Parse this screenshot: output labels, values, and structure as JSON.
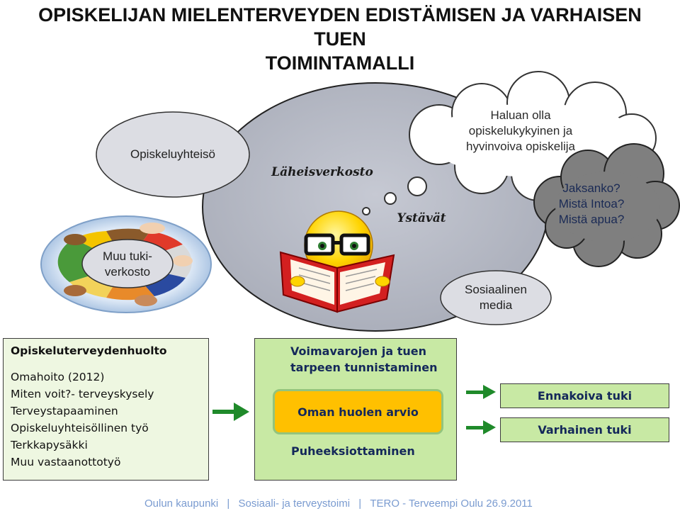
{
  "title": {
    "line1": "OPISKELIJAN MIELENTERVEYDEN EDISTÄMISEN JA VARHAISEN TUEN",
    "line2": "TOIMINTAMALLI"
  },
  "diagram": {
    "community": "Opiskeluyhteisö",
    "close_network": "Läheisverkosto",
    "friends": "Ystävät",
    "support_network_line1": "Muu tuki-",
    "support_network_line2": "verkosto",
    "social_media_line1": "Sosiaalinen",
    "social_media_line2": "media",
    "thought_line1": "Haluan olla",
    "thought_line2": "opiskelukykyinen ja",
    "thought_line3": "hyvinvoiva opiskelija",
    "worry_line1": "Jaksanko?",
    "worry_line2": "Mistä Intoa?",
    "worry_line3": "Mistä apua?"
  },
  "health_box": {
    "heading": "Opiskeluterveydenhuolto",
    "items": [
      "Omahoito (2012)",
      "Miten voit?- terveyskysely",
      "Terveystapaaminen",
      "Opiskeluyhteisöllinen työ",
      "Terkkapysäkki",
      "Muu vastaanottotyö"
    ]
  },
  "resource_box": {
    "heading_line1": "Voimavarojen ja tuen",
    "heading_line2": "tarpeen tunnistaminen",
    "assessment": "Oman huolen arvio",
    "talk": "Puheeksiottaminen"
  },
  "support": {
    "anticipatory": "Ennakoiva tuki",
    "early": "Varhainen tuki"
  },
  "footer": {
    "org": "Oulun kaupunki",
    "sep1": "|",
    "dept": "Sosiaali- ja terveystoimi",
    "sep2": "|",
    "event": "TERO - Terveempi Oulu 26.9.2011"
  },
  "colors": {
    "big_circle": "#b8bcc8",
    "community_ellipse": "#dcdde3",
    "dark_cloud": "#7f7f7f",
    "box_light": "#eef7e1",
    "box_green": "#c8e9a4",
    "highlight": "#ffc000",
    "footer_text": "#7a9bd0"
  },
  "icons": {
    "smiley": "reading-smiley-icon",
    "hands": "circle-of-hands-icon"
  }
}
